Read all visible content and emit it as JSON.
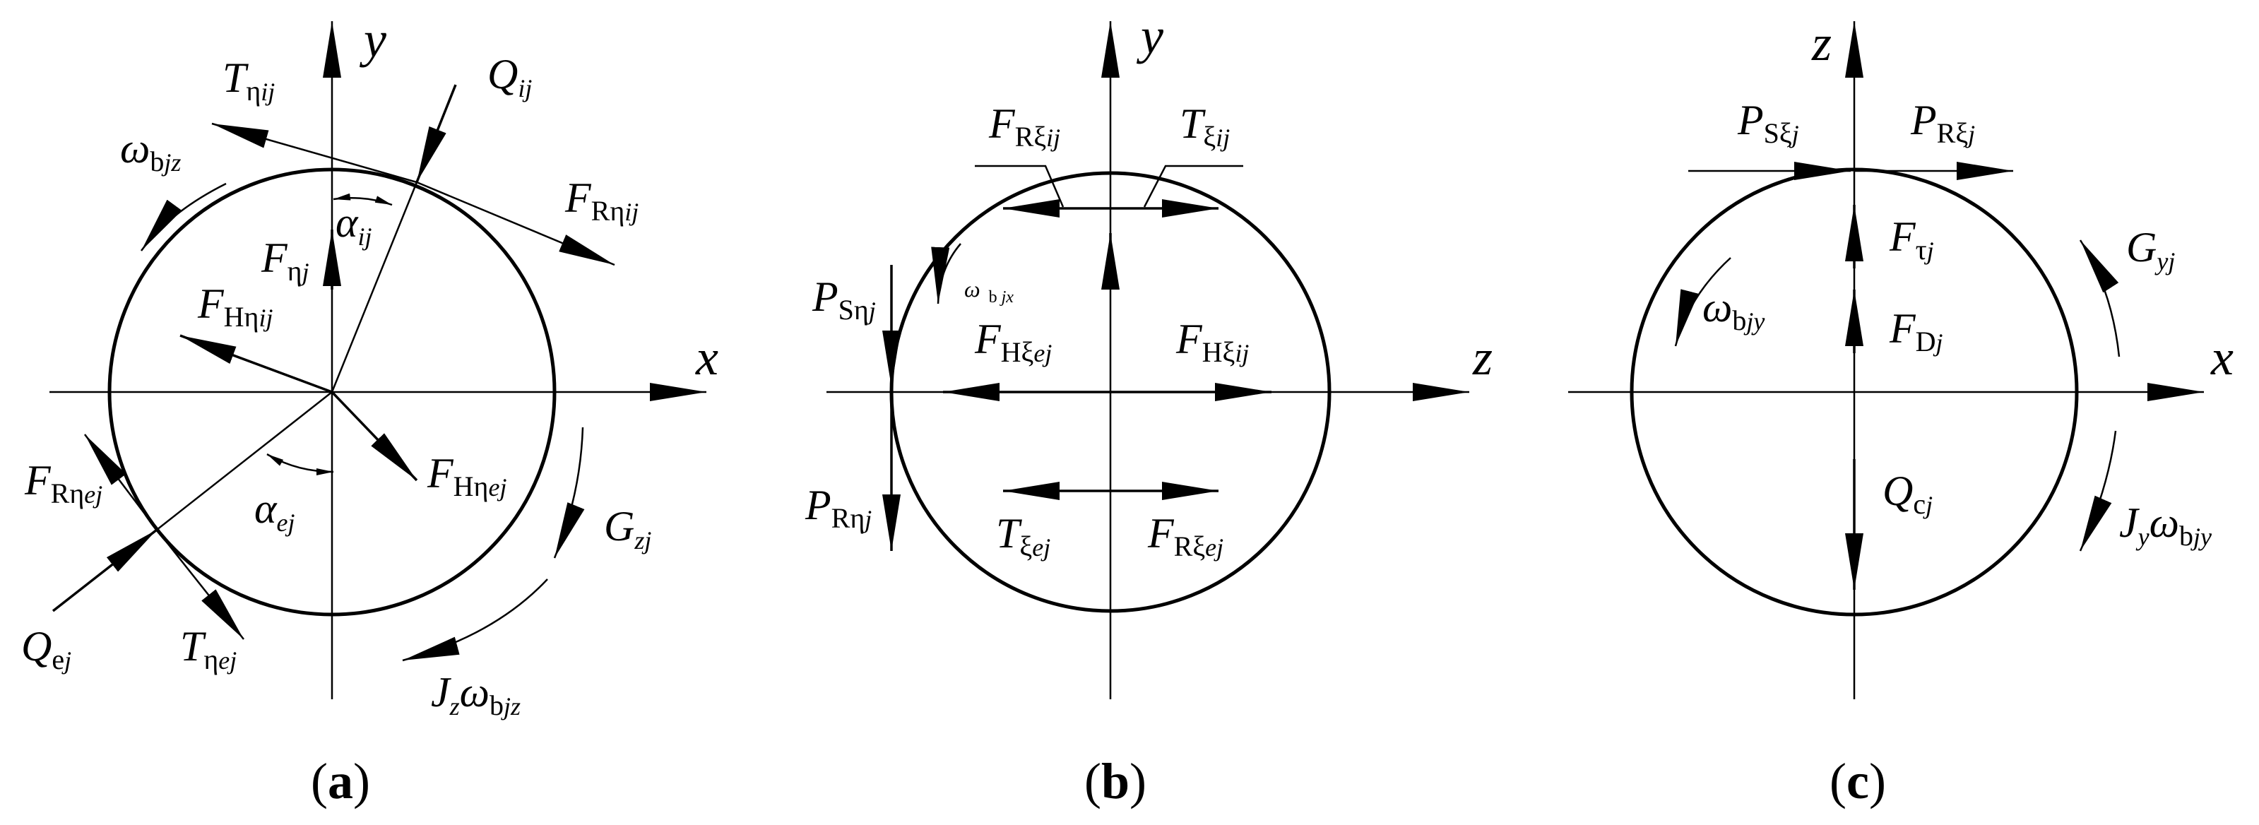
{
  "panels": {
    "a": {
      "caption": "a",
      "axes": {
        "x": "x",
        "y": "y"
      },
      "labels": {
        "T_eta_ij": {
          "main": "T",
          "sub": "η",
          "sub2": "ij"
        },
        "Q_ij": {
          "main": "Q",
          "sub": "ij"
        },
        "omega_bjz": {
          "main": "ω",
          "sub": "b",
          "sub2": "jz"
        },
        "F_R_eta_ij": {
          "main": "F",
          "sub": "Rη",
          "sub2": "ij"
        },
        "alpha_ij": {
          "main": "α",
          "sub": "ij"
        },
        "F_eta_j": {
          "main": "F",
          "sub": "η",
          "sub2": "j"
        },
        "F_H_eta_ij": {
          "main": "F",
          "sub": "Hη",
          "sub2": "ij"
        },
        "F_R_eta_ej": {
          "main": "F",
          "sub": "Rη",
          "sub2": "ej"
        },
        "alpha_ej": {
          "main": "α",
          "sub": "ej"
        },
        "F_H_eta_ej": {
          "main": "F",
          "sub": "Hη",
          "sub2": "ej"
        },
        "G_zj": {
          "main": "G",
          "sub": "z",
          "sub2": "j"
        },
        "Q_ej": {
          "main": "Q",
          "sub": "e",
          "sub2": "j"
        },
        "T_eta_ej": {
          "main": "T",
          "sub": "η",
          "sub2": "ej"
        },
        "J_z_omega": {
          "main": "J",
          "sub": "z",
          "main2": "ω",
          "sub2": "b",
          "sub3": "jz"
        }
      }
    },
    "b": {
      "caption": "b",
      "axes": {
        "z": "z",
        "y": "y"
      },
      "labels": {
        "F_R_xi_ij": {
          "main": "F",
          "sub": "Rξ",
          "sub2": "ij"
        },
        "T_xi_ij": {
          "main": "T",
          "sub": "ξ",
          "sub2": "ij"
        },
        "P_S_eta_j": {
          "main": "P",
          "sub": "Sη",
          "sub2": "j"
        },
        "omega_bjx": {
          "main": "ω",
          "sub": "b",
          "sub2": "jx"
        },
        "F_H_xi_ej": {
          "main": "F",
          "sub": "Hξ",
          "sub2": "ej"
        },
        "F_H_xi_ij": {
          "main": "F",
          "sub": "Hξ",
          "sub2": "ij"
        },
        "P_R_eta_j": {
          "main": "P",
          "sub": "Rη",
          "sub2": "j"
        },
        "T_xi_ej": {
          "main": "T",
          "sub": "ξ",
          "sub2": "ej"
        },
        "F_R_xi_ej": {
          "main": "F",
          "sub": "Rξ",
          "sub2": "ej"
        }
      }
    },
    "c": {
      "caption": "c",
      "axes": {
        "x": "x",
        "z": "z"
      },
      "labels": {
        "P_S_xi_j": {
          "main": "P",
          "sub": "Sξ",
          "sub2": "j"
        },
        "P_R_xi_j": {
          "main": "P",
          "sub": "Rξ",
          "sub2": "j"
        },
        "F_tau_j": {
          "main": "F",
          "sub": "τ",
          "sub2": "j"
        },
        "G_yj": {
          "main": "G",
          "sub": "y",
          "sub2": "j"
        },
        "omega_bjy": {
          "main": "ω",
          "sub": "b",
          "sub2": "jy"
        },
        "F_Dj": {
          "main": "F",
          "sub": "D",
          "sub2": "j"
        },
        "Q_cj": {
          "main": "Q",
          "sub": "c",
          "sub2": "j"
        },
        "J_y_omega": {
          "main": "J",
          "sub": "y",
          "main2": "ω",
          "sub2": "b",
          "sub3": "jy"
        }
      }
    }
  },
  "caption_parens": {
    "open": "(",
    "close": ")"
  }
}
